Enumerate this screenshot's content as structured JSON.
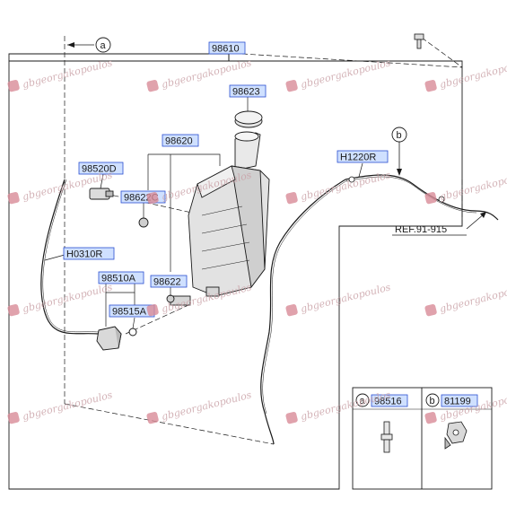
{
  "parts": {
    "main": "98610",
    "cap": "98623",
    "reservoir": "98620",
    "pump": "98520D",
    "seal": "98622C",
    "grommet": "98622",
    "hose_left": "H0310R",
    "hose_right": "H1220R",
    "nozzle": "98510A",
    "washer": "98515A"
  },
  "reference": "REF.91-915",
  "callouts": {
    "a": "a",
    "b": "b"
  },
  "legend": {
    "a": {
      "letter": "a",
      "part": "98516"
    },
    "b": {
      "letter": "b",
      "part": "81199"
    }
  },
  "watermark": "gbgeorgakopoulos",
  "colors": {
    "label_box_fill": "#cfe0ff",
    "label_box_stroke": "#2a4fd1",
    "line": "#1a1a1a",
    "watermark": "#c9a0a6"
  }
}
